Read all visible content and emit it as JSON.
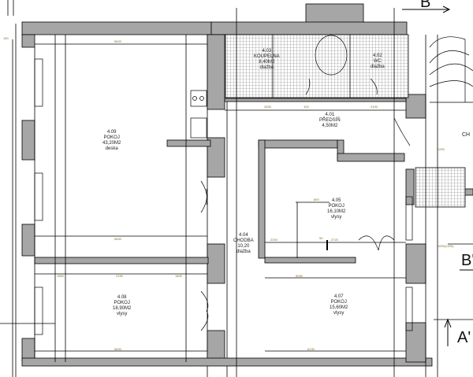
{
  "drawing": {
    "type": "architectural-floor-plan",
    "colors": {
      "wall": "#a6a6a6",
      "line": "#000000",
      "tile": "#d8d8d8",
      "dimension_text": "#8a6a2a",
      "background": "#ffffff"
    }
  },
  "rooms": [
    {
      "id": "4.09",
      "type": "POKOJ",
      "area": "43,20M2",
      "floor": "deska"
    },
    {
      "id": "4.03",
      "type": "KOUPELNA",
      "area": "8,40M2",
      "floor": "dlažba"
    },
    {
      "id": "4.02",
      "type": "WC",
      "area": "",
      "floor": "dlažba"
    },
    {
      "id": "4.01",
      "type": "PŘEDSÍŇ",
      "area": "4,50M2",
      "floor": ""
    },
    {
      "id": "4.05",
      "type": "POKOJ",
      "area": "16,10M2",
      "floor": "vlysy"
    },
    {
      "id": "4.04",
      "type": "CHODBA",
      "area": "10,20",
      "floor": "dlažba"
    },
    {
      "id": "4.08",
      "type": "POKOJ",
      "area": "18,90M2",
      "floor": "vlysy"
    },
    {
      "id": "4.07",
      "type": "POKOJ",
      "area": "15,60M2",
      "floor": "vlysy"
    }
  ],
  "dimensions": {
    "top_room": "5600",
    "bottom_left_room": "5600",
    "middle_left": "5600",
    "bottom_right": "6130",
    "mid_right": "5050",
    "bath_1": "2830",
    "bath_2": "100",
    "bath_3": "2100",
    "corridor_1": "2200",
    "corridor_2": "2720",
    "split_1": "1850",
    "split_2": "2150",
    "split_3": "1800",
    "corner": "150",
    "small_1": "800",
    "small_2": "50",
    "stair_1": "1200",
    "right_vertical": "1000(1200)"
  },
  "section_marks": [
    {
      "label": "B",
      "position": "top"
    },
    {
      "label": "B'",
      "position": "right"
    },
    {
      "label": "A'",
      "position": "bottom-right"
    }
  ],
  "partial_labels": {
    "stair_hall": "CH"
  }
}
